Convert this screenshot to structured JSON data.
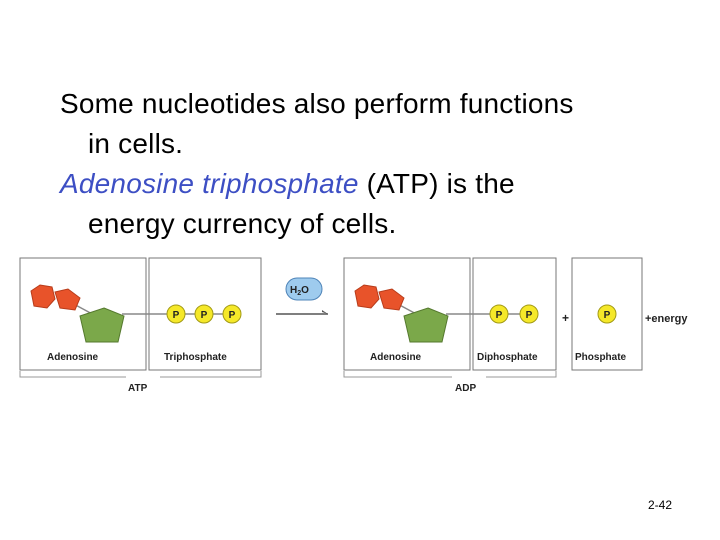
{
  "body_text": {
    "line1": "Some nucleotides also perform functions",
    "line2": "in cells.",
    "term": "Adenosine triphosphate",
    "line3_rest": " (ATP) is the",
    "line4": "energy currency of cells."
  },
  "diagram": {
    "atp": {
      "adenosine_label": "Adenosine",
      "triphosphate_label": "Triphosphate",
      "bracket_label": "ATP",
      "phosphates": [
        "P",
        "P",
        "P"
      ]
    },
    "water_label": "H₂O",
    "water_main": "H",
    "water_sub": "2",
    "water_o": "O",
    "adp": {
      "adenosine_label": "Adenosine",
      "diphosphate_label": "Diphosphate",
      "bracket_label": "ADP",
      "phosphates": [
        "P",
        "P"
      ]
    },
    "plus_sign": "+",
    "free_phosphate": {
      "label": "Phosphate",
      "symbol": "P"
    },
    "energy_label": "+energy"
  },
  "slide_number": "2-42",
  "colors": {
    "term": "#3d4fc4",
    "adenine": "#e8532a",
    "ribose": "#7ba84a",
    "phosphate": "#f5e829",
    "water_bubble": "#9ecbee"
  }
}
